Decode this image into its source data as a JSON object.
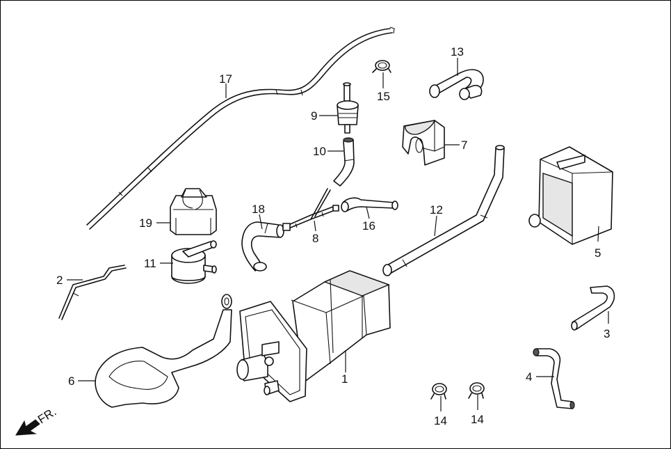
{
  "callouts": [
    {
      "key": "p17",
      "label": "17"
    },
    {
      "key": "p15",
      "label": "15"
    },
    {
      "key": "p13",
      "label": "13"
    },
    {
      "key": "p9",
      "label": "9"
    },
    {
      "key": "p10",
      "label": "10"
    },
    {
      "key": "p7",
      "label": "7"
    },
    {
      "key": "p19",
      "label": "19"
    },
    {
      "key": "p18",
      "label": "18"
    },
    {
      "key": "p8",
      "label": "8"
    },
    {
      "key": "p16",
      "label": "16"
    },
    {
      "key": "p12",
      "label": "12"
    },
    {
      "key": "p5",
      "label": "5"
    },
    {
      "key": "p11",
      "label": "11"
    },
    {
      "key": "p2",
      "label": "2"
    },
    {
      "key": "p3",
      "label": "3"
    },
    {
      "key": "p1",
      "label": "1"
    },
    {
      "key": "p4",
      "label": "4"
    },
    {
      "key": "p6",
      "label": "6"
    },
    {
      "key": "p14a",
      "label": "14"
    },
    {
      "key": "p14b",
      "label": "14"
    }
  ],
  "direction": {
    "label": "FR."
  }
}
